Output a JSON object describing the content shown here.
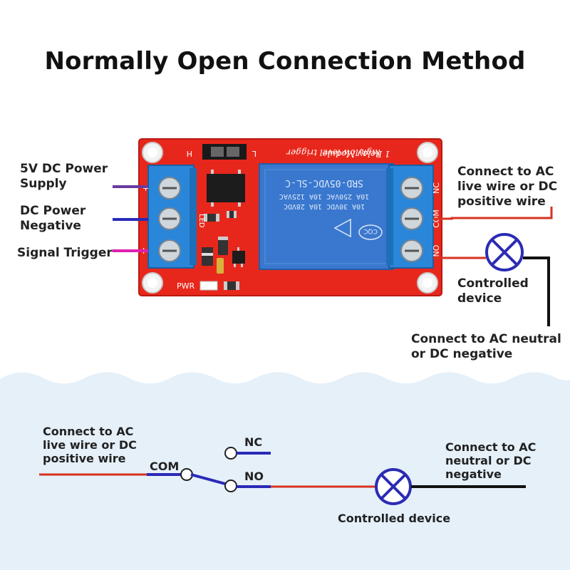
{
  "title": "Normally Open Connection Method",
  "module": {
    "header_line1": "1 Relay Module",
    "header_line2": "high/low level trigger",
    "jumper_h": "H",
    "jumper_l": "L",
    "relay_model": "SRD-05VDC-SL-C",
    "relay_rating1": "10A 250VAC 10A 125VAC",
    "relay_rating2": "10A 30VDC 10A 28VDC",
    "relay_mark": "CQC",
    "pin_plus": "+",
    "pin_minus": "-",
    "pin_in": "I",
    "term_nc": "NC",
    "term_com": "COM",
    "term_no": "NO",
    "pwr": "PWR",
    "led": "LED"
  },
  "labels": {
    "power_supply": [
      "5V DC Power",
      "Supply"
    ],
    "power_negative": [
      "DC Power",
      "Negative"
    ],
    "signal_trigger": "Signal Trigger",
    "ac_live": [
      "Connect to AC",
      "live wire or DC",
      "positive wire"
    ],
    "controlled_device": [
      "Controlled",
      "device"
    ],
    "ac_neutral": [
      "Connect to AC neutral",
      "or DC negative"
    ]
  },
  "schematic": {
    "ac_live": [
      "Connect to AC",
      "live wire or DC",
      "positive wire"
    ],
    "com": "COM",
    "nc": "NC",
    "no": "NO",
    "ac_neutral": [
      "Connect to AC",
      "neutral or DC",
      "negative"
    ],
    "controlled_device": "Controlled device"
  },
  "colors": {
    "board": "#e8271c",
    "terminal": "#2a86d8",
    "relay": "#3a78cf",
    "wire_purple": "#6a3aa0",
    "wire_blue": "#2a2ab8",
    "wire_pink": "#e020b0",
    "wire_red": "#d8321f",
    "wire_black": "#111111",
    "lamp": "#2b2bb5",
    "wave_bg": "#e5f0f9"
  }
}
